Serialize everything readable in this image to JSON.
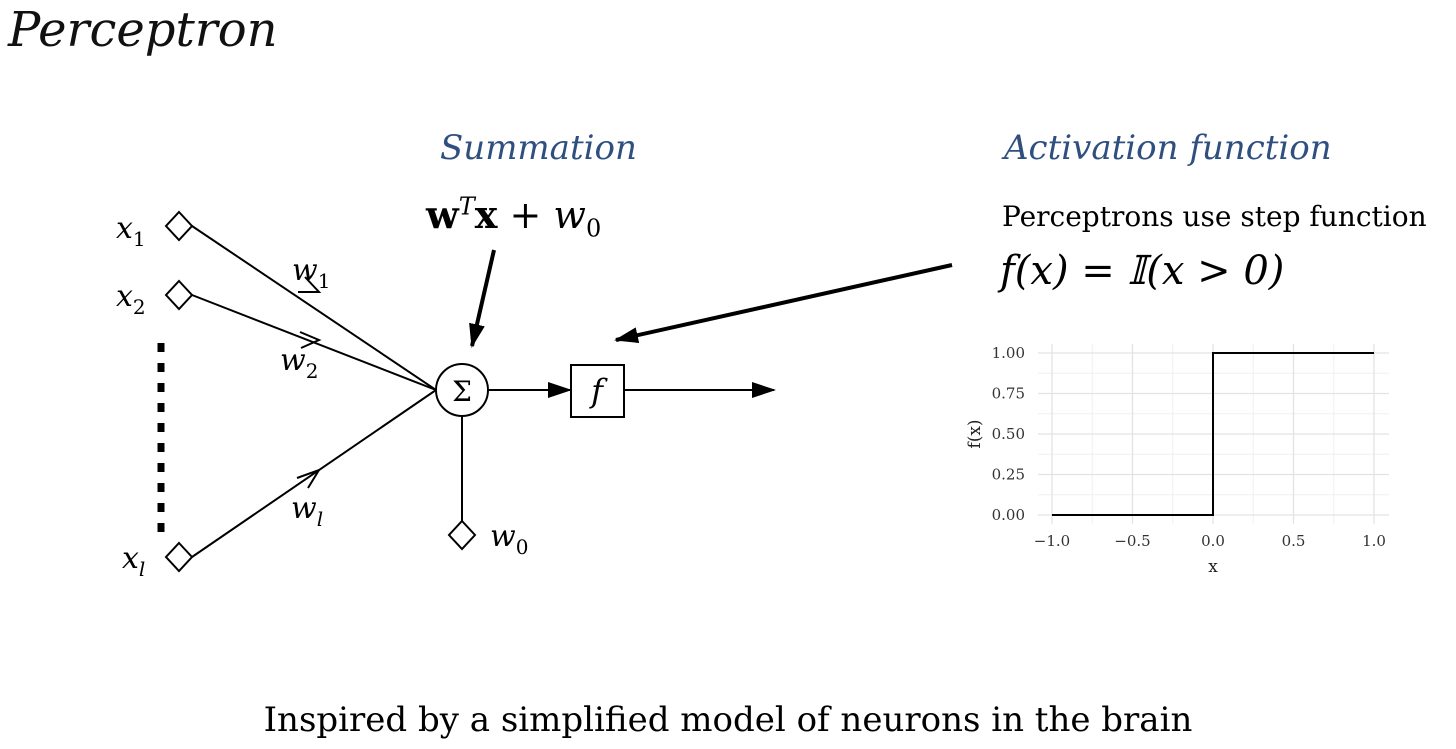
{
  "title": "Perceptron",
  "headings": {
    "summation": "Summation",
    "activation": "Activation function"
  },
  "summation_formula": {
    "w": "w",
    "T": "T",
    "x": "x",
    "plus_w0": "+ w",
    "zero": "0"
  },
  "step_note": "Perceptrons use step function",
  "step_formula": "f(x) = 𝕀(x > 0)",
  "nodes": {
    "x1": "x",
    "x1_sub": "1",
    "x2": "x",
    "x2_sub": "2",
    "xl": "x",
    "xl_sub": "l",
    "w1": "w",
    "w1_sub": "1",
    "w2": "w",
    "w2_sub": "2",
    "wl": "w",
    "wl_sub": "l",
    "w0": "w",
    "w0_sub": "0",
    "sigma": "Σ",
    "f": "f"
  },
  "chart_data": {
    "type": "line",
    "x": [
      -1.0,
      0.0,
      0.0,
      1.0
    ],
    "y": [
      0.0,
      0.0,
      1.0,
      1.0
    ],
    "xlabel": "x",
    "ylabel": "f(x)",
    "xlim": [
      -1.0,
      1.0
    ],
    "ylim": [
      0.0,
      1.0
    ],
    "xticks": [
      "-1.0",
      "-0.5",
      "0.0",
      "0.5",
      "1.0"
    ],
    "yticks": [
      "0.00",
      "0.25",
      "0.50",
      "0.75",
      "1.00"
    ],
    "grid": true
  },
  "caption": "Inspired by a simplified model of neurons in the brain"
}
